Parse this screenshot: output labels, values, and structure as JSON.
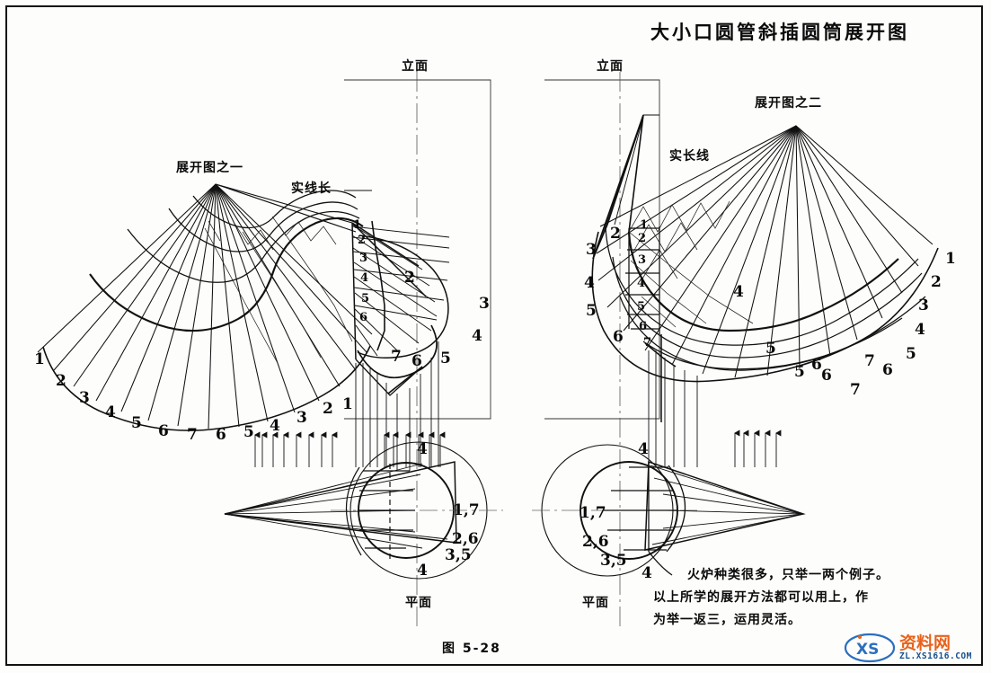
{
  "document": {
    "title": "大小口圆管斜插圆筒展开图",
    "figure_caption": "图 5-28"
  },
  "labels": {
    "development_one": "展开图之一",
    "development_two": "展开图之二",
    "true_length_left": "实线长",
    "true_length_right": "实长线",
    "elevation_left": "立面",
    "elevation_right": "立面",
    "plan_left": "平面",
    "plan_right": "平面"
  },
  "note": {
    "line1": "火炉种类很多，只举一两个例子。",
    "line2": "以上所学的展开方法都可以用上，作",
    "line3": "为举一返三，运用灵活。"
  },
  "watermark": {
    "logo": "XS",
    "name": "资料网",
    "url": "ZL.XS1616.COM"
  },
  "numbers": {
    "dev_one_outer_arc": [
      "1",
      "2",
      "3",
      "4",
      "5",
      "6",
      "7",
      "6",
      "5",
      "4",
      "3",
      "2",
      "1"
    ],
    "dev_one_right_edge": [
      "1",
      "2",
      "3",
      "4",
      "5",
      "6"
    ],
    "elev_left_inner": [
      "1",
      "2",
      "3",
      "4",
      "5",
      "6"
    ],
    "elev_left_bottom": [
      "7",
      "6",
      "5"
    ],
    "elev_left_right_side": [
      "2",
      "3",
      "4"
    ],
    "plan_left": [
      "4",
      "1,7",
      "2,6",
      "3,5",
      "4"
    ],
    "plan_right": [
      "4",
      "1,7",
      "2,6",
      "3,5",
      "4"
    ],
    "dev_two_left_edge": [
      "2",
      "3",
      "4",
      "5",
      "6"
    ],
    "dev_two_inner_left": [
      "1",
      "2",
      "3",
      "4",
      "5",
      "6",
      "7"
    ],
    "dev_two_right_arc": [
      "1",
      "2",
      "3",
      "4",
      "5",
      "6",
      "7"
    ],
    "dev_two_inner_lower": [
      "4",
      "5",
      "6",
      "5",
      "6",
      "7"
    ]
  },
  "chart_data": {
    "type": "diagram",
    "subject": "Sheet metal development of a tapered round pipe obliquely intersecting a cylinder",
    "views": [
      {
        "name": "展开图之一",
        "kind": "development",
        "side": "left"
      },
      {
        "name": "立面",
        "kind": "elevation",
        "side": "left"
      },
      {
        "name": "平面",
        "kind": "plan",
        "side": "left"
      },
      {
        "name": "展开图之二",
        "kind": "development",
        "side": "right"
      },
      {
        "name": "立面",
        "kind": "elevation",
        "side": "right"
      },
      {
        "name": "平面",
        "kind": "plan",
        "side": "right"
      }
    ],
    "generator_count": 13,
    "station_labels": [
      "1",
      "2",
      "3",
      "4",
      "5",
      "6",
      "7"
    ]
  }
}
